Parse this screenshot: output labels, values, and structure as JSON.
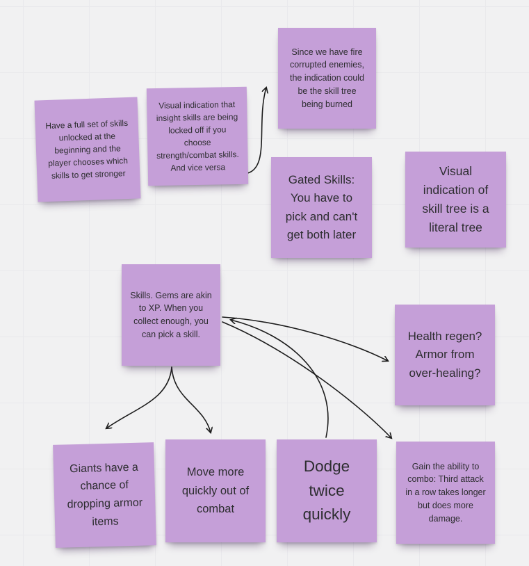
{
  "app": {
    "type": "whiteboard-canvas"
  },
  "theme": {
    "canvas_bg": "#f1f1f2",
    "grid_line": "#e9e9ec",
    "note_color": "#c59fd8",
    "note_text_color": "#2d2d30",
    "arrow_color": "#1c1c1c"
  },
  "notes": [
    {
      "id": "full-skillset",
      "text": "Have a full set of skills unlocked at the beginning and the player chooses which skills to get stronger"
    },
    {
      "id": "insight-locked",
      "text": "Visual indication that insight skills are being locked off if you choose strength/combat skills. And vice versa"
    },
    {
      "id": "burned-tree",
      "text": "Since we have fire corrupted enemies, the indication could be the skill tree being burned"
    },
    {
      "id": "gated-skills",
      "text": "Gated Skills: You have to pick and can't get both later"
    },
    {
      "id": "literal-tree",
      "text": "Visual indication of skill tree is a literal tree"
    },
    {
      "id": "gems-xp",
      "text": "Skills. Gems are akin to XP. When you collect enough, you can pick a skill."
    },
    {
      "id": "giants-armor",
      "text": "Giants have a chance of dropping armor items"
    },
    {
      "id": "move-quickly",
      "text": "Move more quickly out of combat"
    },
    {
      "id": "dodge-twice",
      "text": "Dodge twice quickly"
    },
    {
      "id": "health-regen",
      "text": "Health regen? Armor from over-healing?"
    },
    {
      "id": "combo",
      "text": "Gain the ability to combo: Third attack in a row takes longer but does more damage."
    }
  ],
  "connectors": [
    {
      "name": "arrow-insight-to-burned",
      "from": "insight-locked",
      "to": "burned-tree"
    },
    {
      "name": "arrow-gems-to-giants",
      "from": "gems-xp",
      "to": "giants-armor"
    },
    {
      "name": "arrow-gems-to-move",
      "from": "gems-xp",
      "to": "move-quickly"
    },
    {
      "name": "arrow-gems-to-health-regen",
      "from": "gems-xp",
      "to": "health-regen"
    },
    {
      "name": "arrow-gems-to-combo",
      "from": "gems-xp",
      "to": "combo"
    },
    {
      "name": "arrow-dodge-to-gems",
      "from": "dodge-twice",
      "to": "gems-xp"
    }
  ]
}
